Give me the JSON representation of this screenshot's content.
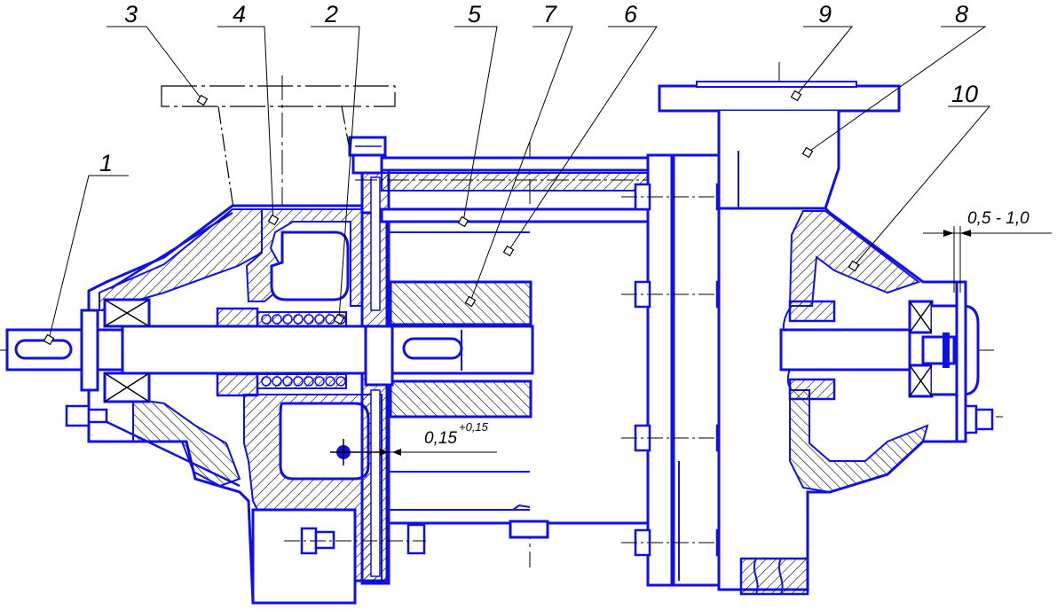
{
  "colors": {
    "outline": "#0f0fe6",
    "hatch": "#000000",
    "background": "#ffffff"
  },
  "callouts": [
    {
      "id": "1",
      "text": "1"
    },
    {
      "id": "2",
      "text": "2"
    },
    {
      "id": "3",
      "text": "3"
    },
    {
      "id": "4",
      "text": "4"
    },
    {
      "id": "5",
      "text": "5"
    },
    {
      "id": "6",
      "text": "6"
    },
    {
      "id": "7",
      "text": "7"
    },
    {
      "id": "8",
      "text": "8"
    },
    {
      "id": "9",
      "text": "9"
    },
    {
      "id": "10",
      "text": "10"
    }
  ],
  "dimensions": {
    "gap_main": "0,15",
    "gap_tolerance": "+0,15",
    "end_gap": "0,5 - 1,0"
  }
}
